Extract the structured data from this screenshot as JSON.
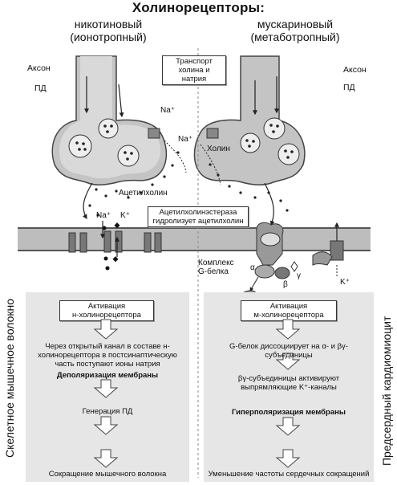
{
  "title": "Холинорецепторы:",
  "left": {
    "heading_line1": "никотиновый",
    "heading_line2": "(ионотропный)",
    "axon_label": "Аксон",
    "ap_label": "ПД",
    "na_label": "Na⁺",
    "k_label": "K⁺",
    "side_label": "Скелетное мышечное волокно",
    "activation_line1": "Активация",
    "activation_line2": "н-холинорецептора",
    "steps": [
      "Через открытый канал в составе н-холинорецептора в постсинаптическую часть поступают ионы натрия",
      "Деполяризация мембраны",
      "Генерация ПД",
      "Сокращение мышечного волокна"
    ]
  },
  "right": {
    "heading_line1": "мускариновый",
    "heading_line2": "(метаботропный)",
    "axon_label": "Аксон",
    "ap_label": "ПД",
    "choline_label": "Холин",
    "k_label": "K⁺",
    "gprotein_line1": "Комплекс",
    "gprotein_line2": "G-белка",
    "alpha": "α",
    "beta": "β",
    "gamma": "γ",
    "side_label": "Предсердный кардиомиоцит",
    "activation_line1": "Активация",
    "activation_line2": "м-холинорецептора",
    "steps": [
      "G-белок диссоциирует на α- и βγ-субъединицы",
      "βγ-субъединицы активируют выпрямляющие K⁺-каналы",
      "Гиперполяризация мембраны",
      "Уменьшение частоты сердечных сокращений"
    ]
  },
  "center": {
    "transport_line1": "Транспорт",
    "transport_line2": "холина и",
    "transport_line3": "натрия",
    "na_top": "Na⁺",
    "na_bottom": "Na⁺",
    "acetylcholine": "Ацетилхолин",
    "ache_line1": "Ацетилхолинэстераза",
    "ache_line2": "гидролизует ацетилхолин"
  }
}
